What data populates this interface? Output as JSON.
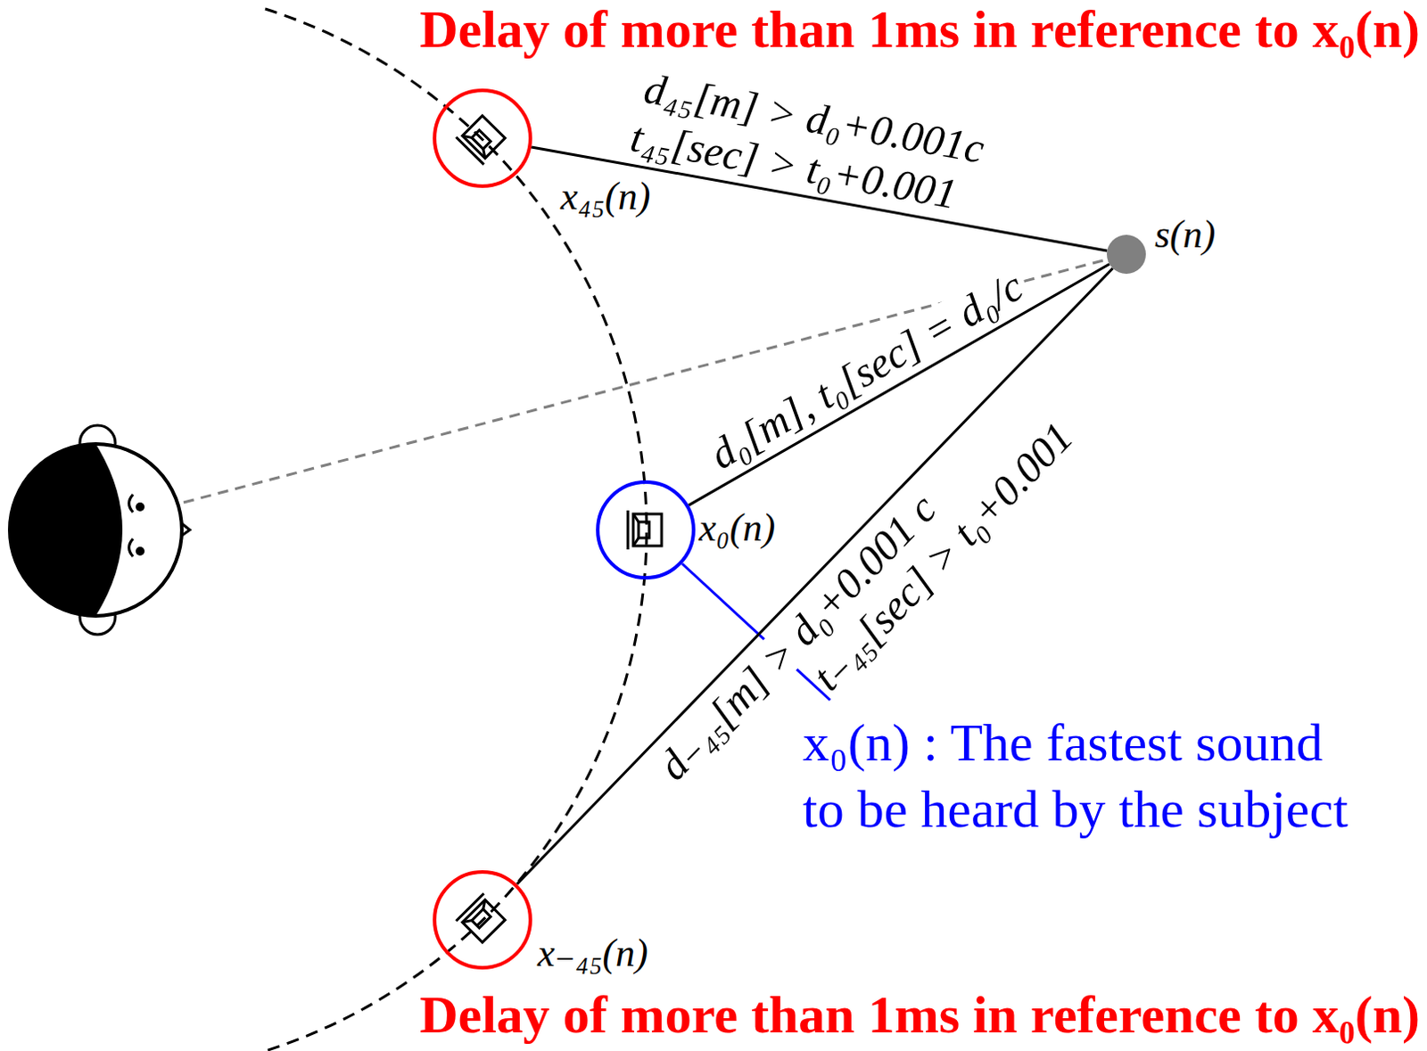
{
  "diagram": {
    "nodes": [
      {
        "text": [
          "x₄₅(n)"
        ]
      },
      {
        "text": [
          "x₀(n)"
        ]
      },
      {
        "text": [
          "x₋₄₅(n)"
        ]
      },
      {
        "text": [
          "s(n)"
        ]
      }
    ],
    "edges": [
      {
        "from": 0,
        "to": 3,
        "arrow": "none",
        "label": "d₄₅[m] > d₀+0.001c"
      },
      {
        "from": 1,
        "to": 3,
        "arrow": "none",
        "label": "d₀[m], t₀[sec] = d₀/c"
      },
      {
        "from": 2,
        "to": 3,
        "arrow": "none",
        "label": "d₋₄₅[m] > d₀+0.001 c"
      }
    ],
    "labels": [
      "Delay of more than 1ms in reference to x₀(n)",
      "t₄₅[sec] > t₀+0.001",
      "t₋₄₅[sec] > t₀+0.001",
      "x₀(n) : The fastest sound to be heard by the subject",
      "Delay of more than 1ms in reference to x₀(n)"
    ]
  }
}
